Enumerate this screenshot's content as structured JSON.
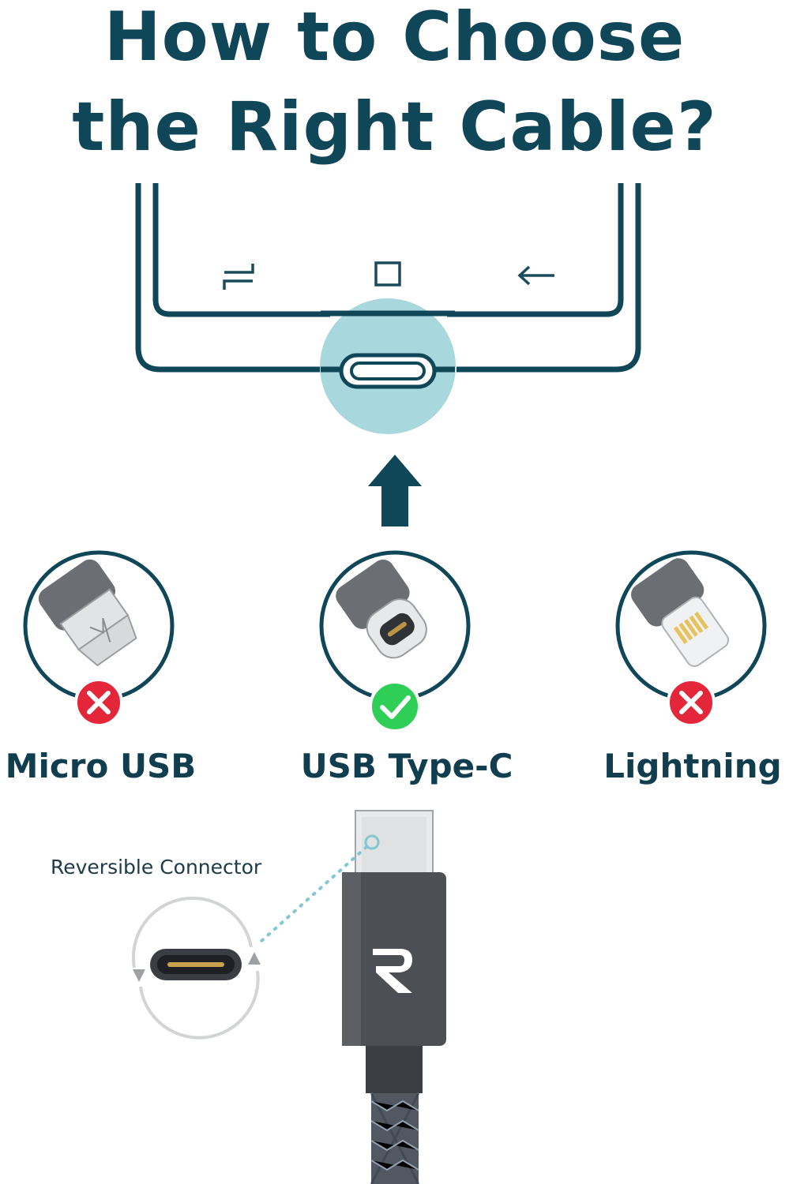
{
  "title": {
    "line1": "How to Choose",
    "line2": "the Right Cable?"
  },
  "options": [
    {
      "label": "Micro USB",
      "status": "incorrect"
    },
    {
      "label": "USB Type-C",
      "status": "correct"
    },
    {
      "label": "Lightning",
      "status": "incorrect"
    }
  ],
  "callout": {
    "label": "Reversible Connector"
  },
  "colors": {
    "navy": "#0f4658",
    "highlight": "#a8d7dd",
    "correct": "#2fcf57",
    "incorrect": "#e4263a",
    "cable_gray": "#4c4f54"
  }
}
